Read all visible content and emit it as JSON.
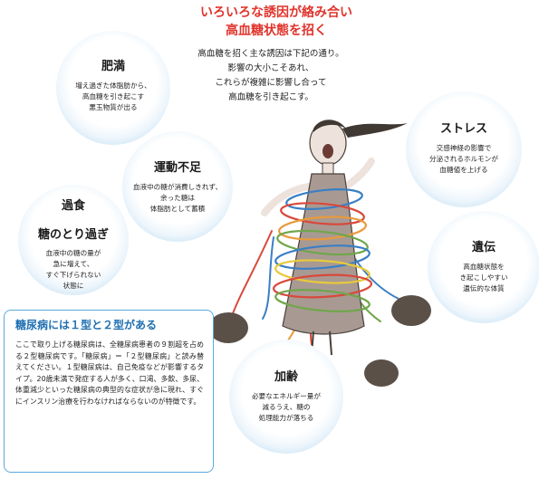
{
  "header": {
    "title_line1": "いろいろな誘因が絡み合い",
    "title_line2": "高血糖状態を招く"
  },
  "intro": {
    "line1": "高血糖を招く主な誘因は下記の通り。",
    "line2": "影響の大小こそあれ、",
    "line3": "これらが複雑に影響し合って",
    "line4": "高血糖を引き起こす。"
  },
  "factors": {
    "obesity": {
      "title": "肥満",
      "body": [
        "増え過ぎた体脂肪から、",
        "高血糖を引き起こす",
        "悪玉物質が出る"
      ]
    },
    "exercise": {
      "title": "運動不足",
      "body": [
        "血液中の糖が消費しきれず、",
        "余った糖は",
        "体脂肪として蓄積"
      ]
    },
    "overeating": {
      "title_line1": "過食",
      "title_line2": "糖のとり過ぎ",
      "body": [
        "血液中の糖の量が",
        "急に増えて、",
        "すぐ下げられない",
        "状態に"
      ]
    },
    "stress": {
      "title": "ストレス",
      "body": [
        "交感神経の影響で",
        "分泌されるホルモンが",
        "血糖値を上げる"
      ]
    },
    "genetics": {
      "title": "遺伝",
      "body": [
        "高血糖状態を",
        "き起こしやすい",
        "遺伝的な体質"
      ]
    },
    "aging": {
      "title": "加齢",
      "body": [
        "必要なエネルギー量が",
        "減るうえ、糖の",
        "処理能力が落ちる"
      ]
    }
  },
  "info_box": {
    "title": "糖尿病には１型と２型がある",
    "body": "ここで取り上げる糖尿病は、全糖尿病患者の９割超を占める２型糖尿病です。「糖尿病」＝「２型糖尿病」と読み替えてください。１型糖尿病は、自己免疫などが影響するタイプ。20歳未満で発症する人が多く、口渇、多飲、多尿、体重減少といった糖尿病の典型的な症状が急に現れ、すぐにインスリン治療を行わなければならないのが特徴です。"
  },
  "colors": {
    "title_red": "#e0342c",
    "bubble_edge": "#9ccbea",
    "box_border": "#5aa9dd",
    "box_title_blue": "#1f6fb2",
    "dress": "#a89a93",
    "rope_red": "#d9483b",
    "rope_blue": "#3a7fc4",
    "rope_orange": "#e99a3a",
    "rope_green": "#6fa64a",
    "rope_yellow": "#e8c93b"
  }
}
